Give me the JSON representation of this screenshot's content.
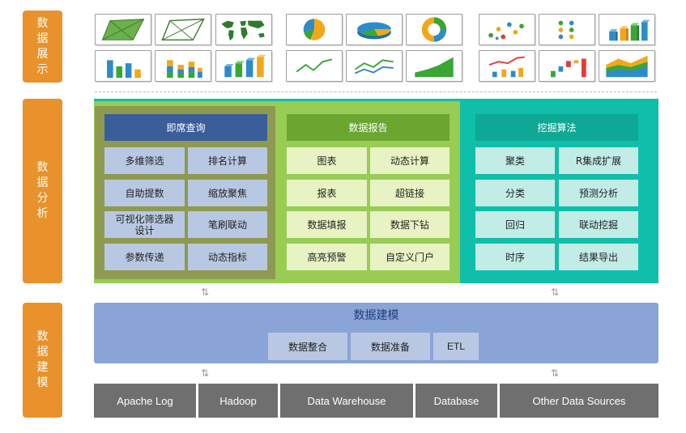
{
  "side_labels": {
    "display": "数据展示",
    "analysis": "数据分析",
    "modeling": "数据建模"
  },
  "thumbnails": [
    {
      "name": "map-area-green-icon"
    },
    {
      "name": "map-outline-icon"
    },
    {
      "name": "world-map-icon"
    },
    {
      "name": "pie-chart-icon"
    },
    {
      "name": "pie-3d-icon"
    },
    {
      "name": "donut-chart-icon"
    },
    {
      "name": "scatter-chart-icon"
    },
    {
      "name": "dot-matrix-icon"
    },
    {
      "name": "bar-3d-icon"
    },
    {
      "name": "bar-chart-icon"
    },
    {
      "name": "stacked-bar-icon"
    },
    {
      "name": "bar-3d-small-icon"
    },
    {
      "name": "line-chart-icon"
    },
    {
      "name": "multi-line-chart-icon"
    },
    {
      "name": "area-chart-icon"
    },
    {
      "name": "line-bar-combo-icon"
    },
    {
      "name": "waterfall-chart-icon"
    },
    {
      "name": "stacked-area-icon"
    }
  ],
  "analysis": {
    "adhoc": {
      "title": "即席查询",
      "items": [
        "多维筛选",
        "排名计算",
        "自助提数",
        "缩放聚焦",
        "可视化筛选器设计",
        "笔刷联动",
        "参数传递",
        "动态指标"
      ]
    },
    "report": {
      "title": "数据报告",
      "items": [
        "图表",
        "动态计算",
        "报表",
        "超链接",
        "数据填报",
        "数据下钻",
        "高亮预警",
        "自定义门户"
      ]
    },
    "mining": {
      "title": "挖掘算法",
      "items": [
        "聚类",
        "R集成扩展",
        "分类",
        "预测分析",
        "回归",
        "联动挖掘",
        "时序",
        "结果导出"
      ]
    }
  },
  "arrow_glyph": "⇅",
  "modeling": {
    "title": "数据建模",
    "items": [
      "数据整合",
      "数据准备",
      "ETL"
    ]
  },
  "sources": [
    "Apache Log",
    "Hadoop",
    "Data Warehouse",
    "Database",
    "Other Data Sources"
  ],
  "colors": {
    "orange": "#e9912b",
    "teal": "#10bfa9",
    "green_outer": "#99cc55",
    "blue_header": "#3b5e9b",
    "green_header": "#6aa630",
    "teal_header": "#0ea895",
    "model_bg": "#8aa4d8",
    "source_bg": "#6f6f6f"
  }
}
